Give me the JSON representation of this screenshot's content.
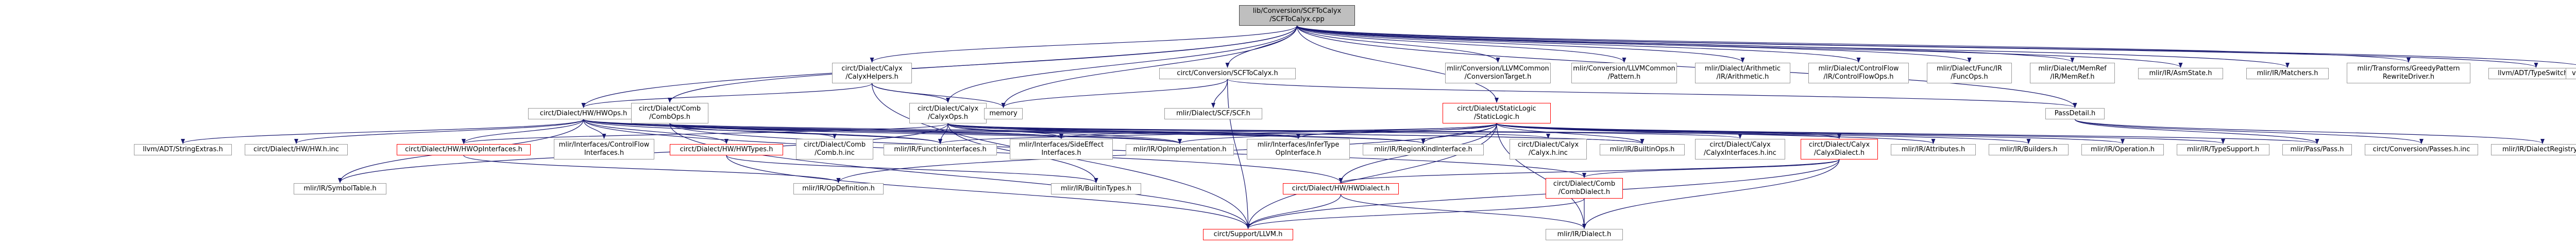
{
  "graph": {
    "title": "lib/Conversion/SCFToCalyx/SCFToCalyx.cpp",
    "colors": {
      "root_fill": "#bfbfbf",
      "node_border": "#999999",
      "truncated_border": "#ff0000",
      "edge": "#191970"
    },
    "nodes": [
      {
        "id": "root",
        "lines": [
          "lib/Conversion/SCFToCalyx",
          "/SCFToCalyx.cpp"
        ],
        "style": "root"
      },
      {
        "id": "calyxhelpers",
        "lines": [
          "circt/Dialect/Calyx",
          "/CalyxHelpers.h"
        ],
        "style": "normal"
      },
      {
        "id": "scftocalyx",
        "lines": [
          "circt/Conversion/SCFToCalyx.h"
        ],
        "style": "normal"
      },
      {
        "id": "llvmcommon",
        "lines": [
          "mlir/Conversion/LLVMCommon",
          "/ConversionTarget.h"
        ],
        "style": "normal"
      },
      {
        "id": "llvmpattern",
        "lines": [
          "mlir/Conversion/LLVMCommon",
          "/Pattern.h"
        ],
        "style": "normal"
      },
      {
        "id": "arith",
        "lines": [
          "mlir/Dialect/Arithmetic",
          "/IR/Arithmetic.h"
        ],
        "style": "normal"
      },
      {
        "id": "cfops",
        "lines": [
          "mlir/Dialect/ControlFlow",
          "/IR/ControlFlowOps.h"
        ],
        "style": "normal"
      },
      {
        "id": "funcops",
        "lines": [
          "mlir/Dialect/Func/IR",
          "/FuncOps.h"
        ],
        "style": "normal"
      },
      {
        "id": "memref",
        "lines": [
          "mlir/Dialect/MemRef",
          "/IR/MemRef.h"
        ],
        "style": "normal"
      },
      {
        "id": "asmstate",
        "lines": [
          "mlir/IR/AsmState.h"
        ],
        "style": "normal"
      },
      {
        "id": "matchers",
        "lines": [
          "mlir/IR/Matchers.h"
        ],
        "style": "normal"
      },
      {
        "id": "greedy",
        "lines": [
          "mlir/Transforms/GreedyPattern",
          "RewriteDriver.h"
        ],
        "style": "normal"
      },
      {
        "id": "typeswitch",
        "lines": [
          "llvm/ADT/TypeSwitch.h"
        ],
        "style": "normal"
      },
      {
        "id": "variant",
        "lines": [
          "variant"
        ],
        "style": "normal"
      },
      {
        "id": "hwops",
        "lines": [
          "circt/Dialect/HW/HWOps.h"
        ],
        "style": "normal"
      },
      {
        "id": "combops",
        "lines": [
          "circt/Dialect/Comb",
          "/CombOps.h"
        ],
        "style": "normal"
      },
      {
        "id": "calyxops",
        "lines": [
          "circt/Dialect/Calyx",
          "/CalyxOps.h"
        ],
        "style": "normal"
      },
      {
        "id": "memory",
        "lines": [
          "memory"
        ],
        "style": "normal"
      },
      {
        "id": "scfscf",
        "lines": [
          "mlir/Dialect/SCF/SCF.h"
        ],
        "style": "normal"
      },
      {
        "id": "staticlogic",
        "lines": [
          "circt/Dialect/StaticLogic",
          "/StaticLogic.h"
        ],
        "style": "red"
      },
      {
        "id": "passdetail",
        "lines": [
          "PassDetail.h"
        ],
        "style": "normal"
      },
      {
        "id": "stringextras",
        "lines": [
          "llvm/ADT/StringExtras.h"
        ],
        "style": "normal"
      },
      {
        "id": "hwinc",
        "lines": [
          "circt/Dialect/HW/HW.h.inc"
        ],
        "style": "normal"
      },
      {
        "id": "hwopinterfaces",
        "lines": [
          "circt/Dialect/HW/HWOpInterfaces.h"
        ],
        "style": "red"
      },
      {
        "id": "cfinterfaces",
        "lines": [
          "mlir/Interfaces/ControlFlow",
          "Interfaces.h"
        ],
        "style": "normal"
      },
      {
        "id": "hwtypes",
        "lines": [
          "circt/Dialect/HW/HWTypes.h"
        ],
        "style": "red"
      },
      {
        "id": "combinc",
        "lines": [
          "circt/Dialect/Comb",
          "/Comb.h.inc"
        ],
        "style": "normal"
      },
      {
        "id": "funcinterfaces",
        "lines": [
          "mlir/IR/FunctionInterfaces.h"
        ],
        "style": "normal"
      },
      {
        "id": "sideeffect",
        "lines": [
          "mlir/Interfaces/SideEffect",
          "Interfaces.h"
        ],
        "style": "normal"
      },
      {
        "id": "opimpl",
        "lines": [
          "mlir/IR/OpImplementation.h"
        ],
        "style": "normal"
      },
      {
        "id": "infertype",
        "lines": [
          "mlir/Interfaces/InferType",
          "OpInterface.h"
        ],
        "style": "normal"
      },
      {
        "id": "regionkind",
        "lines": [
          "mlir/IR/RegionKindInterface.h"
        ],
        "style": "normal"
      },
      {
        "id": "calyxinc",
        "lines": [
          "circt/Dialect/Calyx",
          "/Calyx.h.inc"
        ],
        "style": "normal"
      },
      {
        "id": "builtinops",
        "lines": [
          "mlir/IR/BuiltinOps.h"
        ],
        "style": "normal"
      },
      {
        "id": "calyxinterfaces",
        "lines": [
          "circt/Dialect/Calyx",
          "/CalyxInterfaces.h.inc"
        ],
        "style": "normal"
      },
      {
        "id": "calyxdialect",
        "lines": [
          "circt/Dialect/Calyx",
          "/CalyxDialect.h"
        ],
        "style": "red"
      },
      {
        "id": "attributes",
        "lines": [
          "mlir/IR/Attributes.h"
        ],
        "style": "normal"
      },
      {
        "id": "builders",
        "lines": [
          "mlir/IR/Builders.h"
        ],
        "style": "normal"
      },
      {
        "id": "operation",
        "lines": [
          "mlir/IR/Operation.h"
        ],
        "style": "normal"
      },
      {
        "id": "typesupport",
        "lines": [
          "mlir/IR/TypeSupport.h"
        ],
        "style": "normal"
      },
      {
        "id": "pass",
        "lines": [
          "mlir/Pass/Pass.h"
        ],
        "style": "normal"
      },
      {
        "id": "passesinc",
        "lines": [
          "circt/Conversion/Passes.h.inc"
        ],
        "style": "normal"
      },
      {
        "id": "dialectregistry",
        "lines": [
          "mlir/IR/DialectRegistry.h"
        ],
        "style": "normal"
      },
      {
        "id": "symboltable",
        "lines": [
          "mlir/IR/SymbolTable.h"
        ],
        "style": "normal"
      },
      {
        "id": "opdefinition",
        "lines": [
          "mlir/IR/OpDefinition.h"
        ],
        "style": "normal"
      },
      {
        "id": "builtintypes",
        "lines": [
          "mlir/IR/BuiltinTypes.h"
        ],
        "style": "normal"
      },
      {
        "id": "hwdialect",
        "lines": [
          "circt/Dialect/HW/HWDialect.h"
        ],
        "style": "red"
      },
      {
        "id": "combdialect",
        "lines": [
          "circt/Dialect/Comb",
          "/CombDialect.h"
        ],
        "style": "red"
      },
      {
        "id": "supportllvm",
        "lines": [
          "circt/Support/LLVM.h"
        ],
        "style": "red"
      },
      {
        "id": "irdialect",
        "lines": [
          "mlir/IR/Dialect.h"
        ],
        "style": "normal"
      }
    ],
    "edges": [
      [
        "root",
        "calyxhelpers"
      ],
      [
        "root",
        "scftocalyx"
      ],
      [
        "root",
        "llvmcommon"
      ],
      [
        "root",
        "llvmpattern"
      ],
      [
        "root",
        "arith"
      ],
      [
        "root",
        "cfops"
      ],
      [
        "root",
        "funcops"
      ],
      [
        "root",
        "memref"
      ],
      [
        "root",
        "asmstate"
      ],
      [
        "root",
        "matchers"
      ],
      [
        "root",
        "greedy"
      ],
      [
        "root",
        "typeswitch"
      ],
      [
        "root",
        "variant"
      ],
      [
        "root",
        "calyxops"
      ],
      [
        "root",
        "combops"
      ],
      [
        "root",
        "hwops"
      ],
      [
        "root",
        "staticlogic"
      ],
      [
        "root",
        "passdetail"
      ],
      [
        "root",
        "memory"
      ],
      [
        "calyxhelpers",
        "hwops"
      ],
      [
        "calyxhelpers",
        "calyxops"
      ],
      [
        "calyxhelpers",
        "memory"
      ],
      [
        "calyxhelpers",
        "supportllvm"
      ],
      [
        "scftocalyx",
        "passdetail"
      ],
      [
        "scftocalyx",
        "memory"
      ],
      [
        "scftocalyx",
        "supportllvm"
      ],
      [
        "scftocalyx",
        "scfscf"
      ],
      [
        "hwops",
        "stringextras"
      ],
      [
        "hwops",
        "hwinc"
      ],
      [
        "hwops",
        "hwopinterfaces"
      ],
      [
        "hwops",
        "cfinterfaces"
      ],
      [
        "hwops",
        "hwtypes"
      ],
      [
        "hwops",
        "funcinterfaces"
      ],
      [
        "hwops",
        "sideeffect"
      ],
      [
        "hwops",
        "opimpl"
      ],
      [
        "hwops",
        "regionkind"
      ],
      [
        "hwops",
        "builtinops"
      ],
      [
        "hwops",
        "symboltable"
      ],
      [
        "hwops",
        "hwdialect"
      ],
      [
        "combops",
        "combinc"
      ],
      [
        "combops",
        "funcinterfaces"
      ],
      [
        "combops",
        "sideeffect"
      ],
      [
        "combops",
        "opimpl"
      ],
      [
        "combops",
        "infertype"
      ],
      [
        "combops",
        "combdialect"
      ],
      [
        "combops",
        "supportllvm"
      ],
      [
        "calyxops",
        "calyxinc"
      ],
      [
        "calyxops",
        "builtinops"
      ],
      [
        "calyxops",
        "calyxinterfaces"
      ],
      [
        "calyxops",
        "calyxdialect"
      ],
      [
        "calyxops",
        "funcinterfaces"
      ],
      [
        "calyxops",
        "sideeffect"
      ],
      [
        "calyxops",
        "opimpl"
      ],
      [
        "calyxops",
        "regionkind"
      ],
      [
        "calyxops",
        "infertype"
      ],
      [
        "calyxops",
        "symboltable"
      ],
      [
        "calyxops",
        "hwopinterfaces"
      ],
      [
        "calyxops",
        "builtintypes"
      ],
      [
        "staticlogic",
        "calyxdialect"
      ],
      [
        "staticlogic",
        "attributes"
      ],
      [
        "staticlogic",
        "builders"
      ],
      [
        "staticlogic",
        "operation"
      ],
      [
        "staticlogic",
        "typesupport"
      ],
      [
        "staticlogic",
        "pass"
      ],
      [
        "staticlogic",
        "builtinops"
      ],
      [
        "staticlogic",
        "opimpl"
      ],
      [
        "staticlogic",
        "sideeffect"
      ],
      [
        "staticlogic",
        "regionkind"
      ],
      [
        "staticlogic",
        "irdialect"
      ],
      [
        "staticlogic",
        "supportllvm"
      ],
      [
        "staticlogic",
        "hwdialect"
      ],
      [
        "staticlogic",
        "opdefinition"
      ],
      [
        "staticlogic",
        "funcinterfaces"
      ],
      [
        "staticlogic",
        "infertype"
      ],
      [
        "passdetail",
        "pass"
      ],
      [
        "passdetail",
        "passesinc"
      ],
      [
        "passdetail",
        "dialectregistry"
      ],
      [
        "hwopinterfaces",
        "opdefinition"
      ],
      [
        "hwtypes",
        "supportllvm"
      ],
      [
        "hwtypes",
        "builtintypes"
      ],
      [
        "calyxdialect",
        "combdialect"
      ],
      [
        "calyxdialect",
        "supportllvm"
      ],
      [
        "calyxdialect",
        "irdialect"
      ],
      [
        "calyxdialect",
        "hwdialect"
      ],
      [
        "hwdialect",
        "supportllvm"
      ],
      [
        "hwdialect",
        "irdialect"
      ],
      [
        "combdialect",
        "supportllvm"
      ],
      [
        "combdialect",
        "irdialect"
      ]
    ]
  }
}
